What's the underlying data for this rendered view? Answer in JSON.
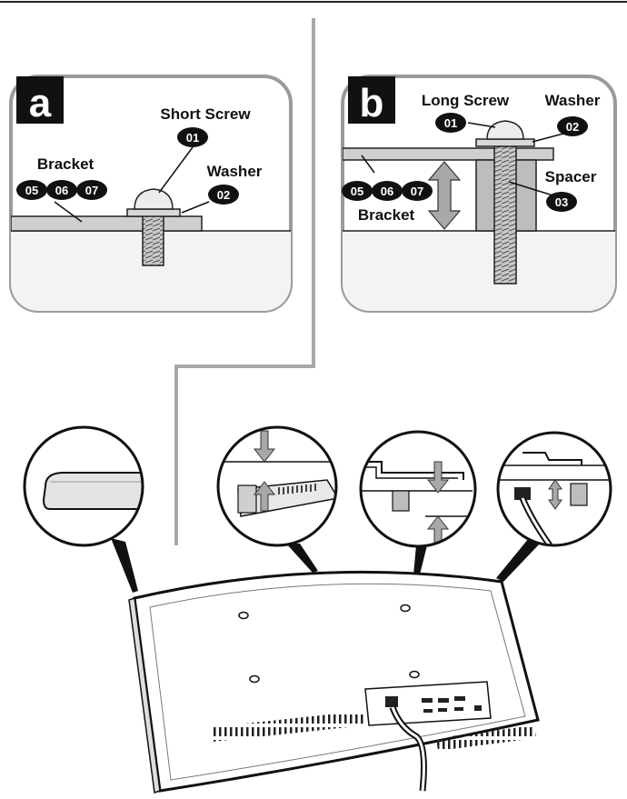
{
  "panel_a": {
    "letter": "a",
    "short_screw_label": "Short Screw",
    "short_screw_number": "01",
    "bracket_label": "Bracket",
    "bracket_numbers": [
      "05",
      "06",
      "07"
    ],
    "washer_label": "Washer",
    "washer_number": "02"
  },
  "panel_b": {
    "letter": "b",
    "long_screw_label": "Long Screw",
    "long_screw_number": "01",
    "washer_label": "Washer",
    "washer_number": "02",
    "spacer_label": "Spacer",
    "spacer_number": "03",
    "bracket_label": "Bracket",
    "bracket_numbers": [
      "05",
      "06",
      "07"
    ]
  },
  "colors": {
    "panel_border": "#9a9a9a",
    "panel_fill": "#f4f4f4",
    "badge": "#111111",
    "screw_gray": "#c8c8c8",
    "spacer_gray": "#bdbdbd",
    "arrow_gray": "#a8a8a8"
  }
}
